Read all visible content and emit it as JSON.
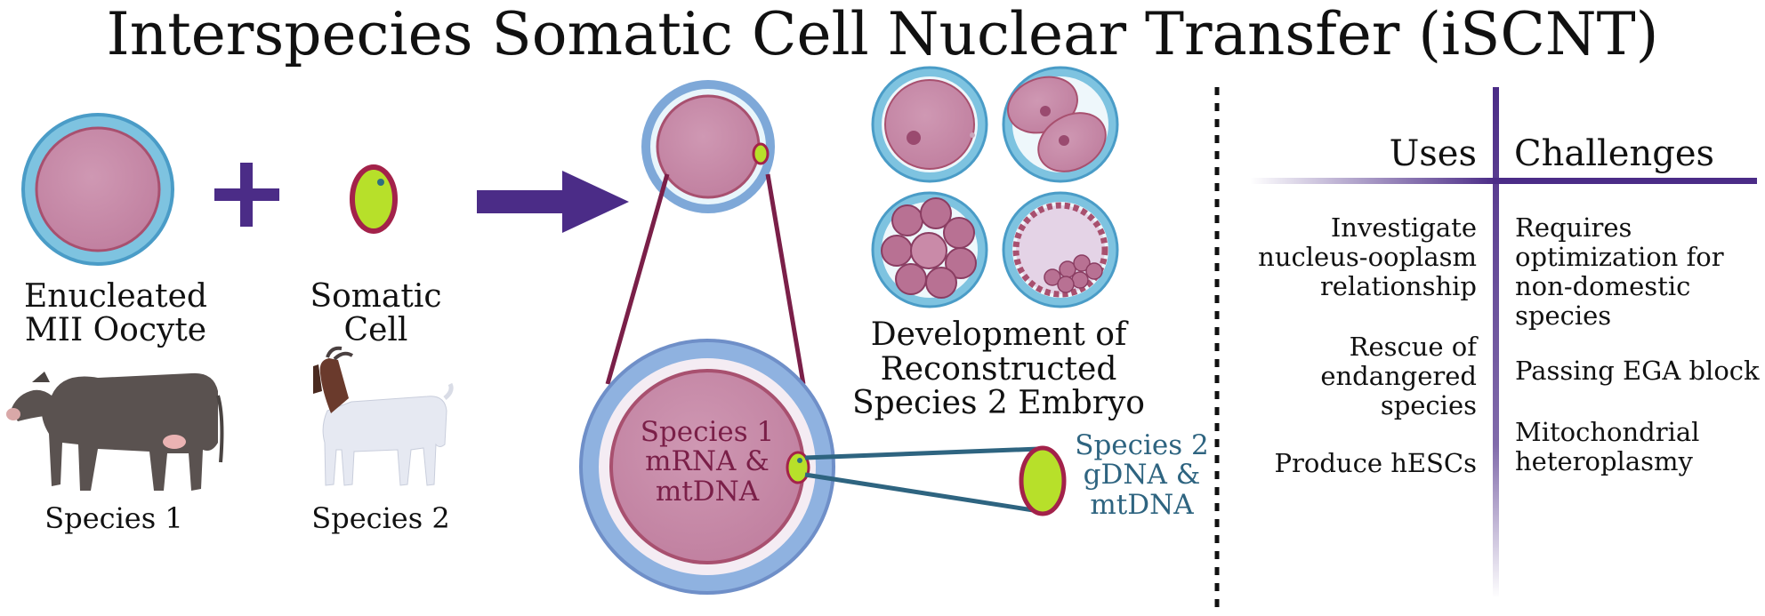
{
  "title": "Interspecies Somatic Cell Nuclear Transfer (iSCNT)",
  "oocyte_label": [
    "Enucleated",
    "MII Oocyte"
  ],
  "somatic_label": [
    "Somatic",
    "Cell"
  ],
  "species1_label": "Species 1",
  "species2_label": "Species 2",
  "zoom_cytoplasm_label": [
    "Species 1",
    "mRNA &",
    "mtDNA"
  ],
  "zoom_nucleus_label": [
    "Species 2",
    "gDNA &",
    "mtDNA"
  ],
  "development_label": [
    "Development of",
    "Reconstructed",
    "Species 2 Embryo"
  ],
  "uses": {
    "heading": "Uses",
    "items": [
      [
        "Investigate",
        "nucleus-ooplasm",
        "relationship"
      ],
      [
        "Rescue of",
        "endangered",
        "species"
      ],
      [
        "Produce hESCs"
      ]
    ]
  },
  "challenges": {
    "heading": "Challenges",
    "items": [
      [
        "Requires",
        "optimization for",
        "non-domestic",
        "species"
      ],
      [
        "Passing EGA block"
      ],
      [
        "Mitochondrial",
        "heteroplasmy"
      ]
    ]
  },
  "colors": {
    "zona": "#7ec3e0",
    "zona_outer": "#4a9cc7",
    "cytoplasm": "#c78aa8",
    "cytoplasm_edge": "#a8506f",
    "nucleus_fill": "#b7e02a",
    "nucleus_edge": "#a3224a",
    "arrow": "#4b2c87",
    "plus": "#4b2c87",
    "connector_maroon": "#7a1f48",
    "connector_blue": "#2e6480",
    "divider": "#4b2c87"
  },
  "icons": [
    "cow-icon",
    "goat-icon",
    "oocyte-icon",
    "somatic-cell-icon",
    "arrow-right-icon",
    "plus-icon"
  ]
}
